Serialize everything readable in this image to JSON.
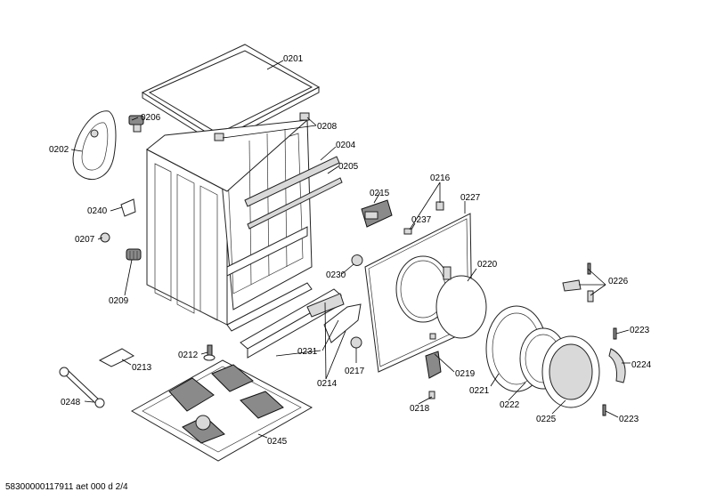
{
  "parts": [
    {
      "id": "p0201",
      "label": "0201"
    },
    {
      "id": "p0202",
      "label": "0202"
    },
    {
      "id": "p0204",
      "label": "0204"
    },
    {
      "id": "p0205",
      "label": "0205"
    },
    {
      "id": "p0206",
      "label": "0206"
    },
    {
      "id": "p0207",
      "label": "0207"
    },
    {
      "id": "p0208",
      "label": "0208"
    },
    {
      "id": "p0209",
      "label": "0209"
    },
    {
      "id": "p0212",
      "label": "0212"
    },
    {
      "id": "p0213",
      "label": "0213"
    },
    {
      "id": "p0214",
      "label": "0214"
    },
    {
      "id": "p0215",
      "label": "0215"
    },
    {
      "id": "p0216",
      "label": "0216"
    },
    {
      "id": "p0217",
      "label": "0217"
    },
    {
      "id": "p0218",
      "label": "0218"
    },
    {
      "id": "p0219",
      "label": "0219"
    },
    {
      "id": "p0220",
      "label": "0220"
    },
    {
      "id": "p0221",
      "label": "0221"
    },
    {
      "id": "p0222",
      "label": "0222"
    },
    {
      "id": "p0223a",
      "label": "0223"
    },
    {
      "id": "p0223b",
      "label": "0223"
    },
    {
      "id": "p0224",
      "label": "0224"
    },
    {
      "id": "p0225",
      "label": "0225"
    },
    {
      "id": "p0226",
      "label": "0226"
    },
    {
      "id": "p0227",
      "label": "0227"
    },
    {
      "id": "p0230",
      "label": "0230"
    },
    {
      "id": "p0231",
      "label": "0231"
    },
    {
      "id": "p0237",
      "label": "0237"
    },
    {
      "id": "p0240",
      "label": "0240"
    },
    {
      "id": "p0245",
      "label": "0245"
    },
    {
      "id": "p0248",
      "label": "0248"
    }
  ],
  "footer": "58300000117911 aet 000 d 2/4"
}
